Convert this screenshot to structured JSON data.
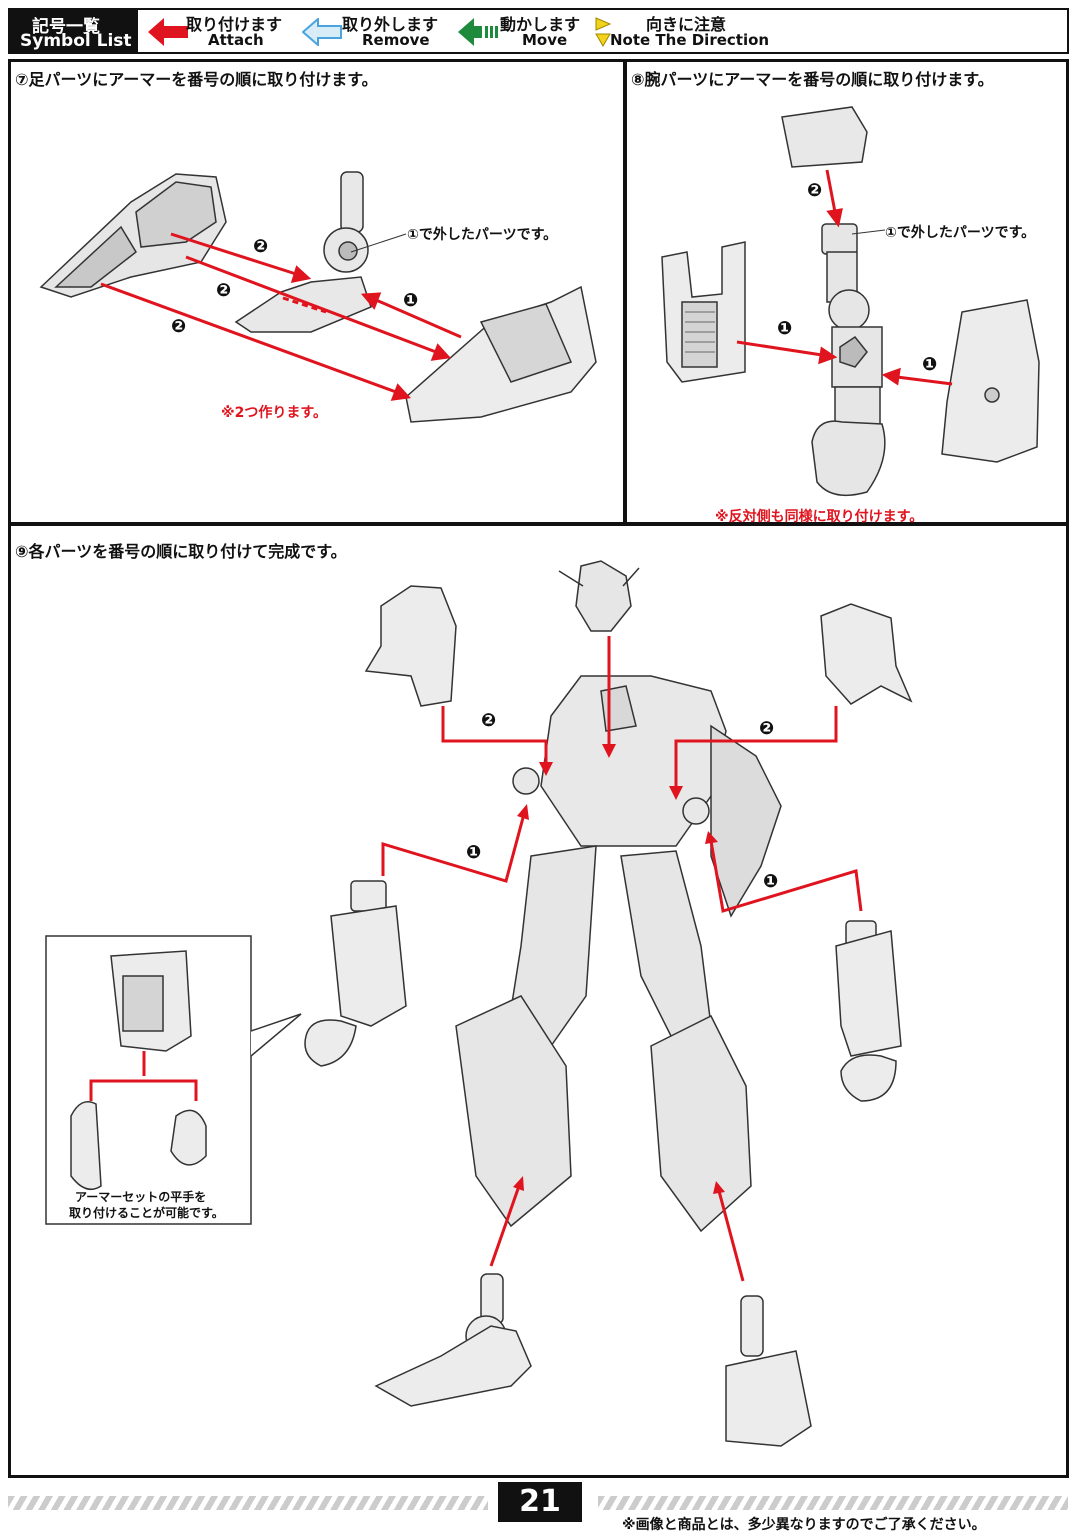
{
  "legend": {
    "title_jp": "記号一覧",
    "title_en": "Symbol List",
    "items": [
      {
        "jp": "取り付けます",
        "en": "Attach",
        "icon": "red-arrow-icon",
        "color": "#e0141e"
      },
      {
        "jp": "取り外します",
        "en": "Remove",
        "icon": "blue-outline-arrow-icon",
        "color": "#4aa3df"
      },
      {
        "jp": "動かします",
        "en": "Move",
        "icon": "green-arrow-icon",
        "color": "#1e8a3c"
      },
      {
        "jp": "向きに注意",
        "en": "Note The Direction",
        "icon": "yellow-triangles-icon",
        "color": "#f2d21b"
      }
    ]
  },
  "step7": {
    "title": "⑦足パーツにアーマーを番号の順に取り付けます。",
    "callout": "①で外したパーツです。",
    "note": "※2つ作ります。",
    "markers": [
      "❷",
      "❷",
      "❷",
      "❶"
    ]
  },
  "step8": {
    "title": "⑧腕パーツにアーマーを番号の順に取り付けます。",
    "callout": "①で外したパーツです。",
    "note": "※反対側も同様に取り付けます。",
    "markers": [
      "❷",
      "❶",
      "❶"
    ]
  },
  "step9": {
    "title": "⑨各パーツを番号の順に取り付けて完成です。",
    "inset_note_line1": "アーマーセットの平手を",
    "inset_note_line2": "取り付けることが可能です。",
    "markers": [
      "❷",
      "❷",
      "❶",
      "❶"
    ]
  },
  "footer": {
    "page_number": "21",
    "disclaimer": "※画像と商品とは、多少異なりますのでご了承ください。"
  },
  "colors": {
    "attach_red": "#e0141e",
    "frame": "#111111"
  }
}
